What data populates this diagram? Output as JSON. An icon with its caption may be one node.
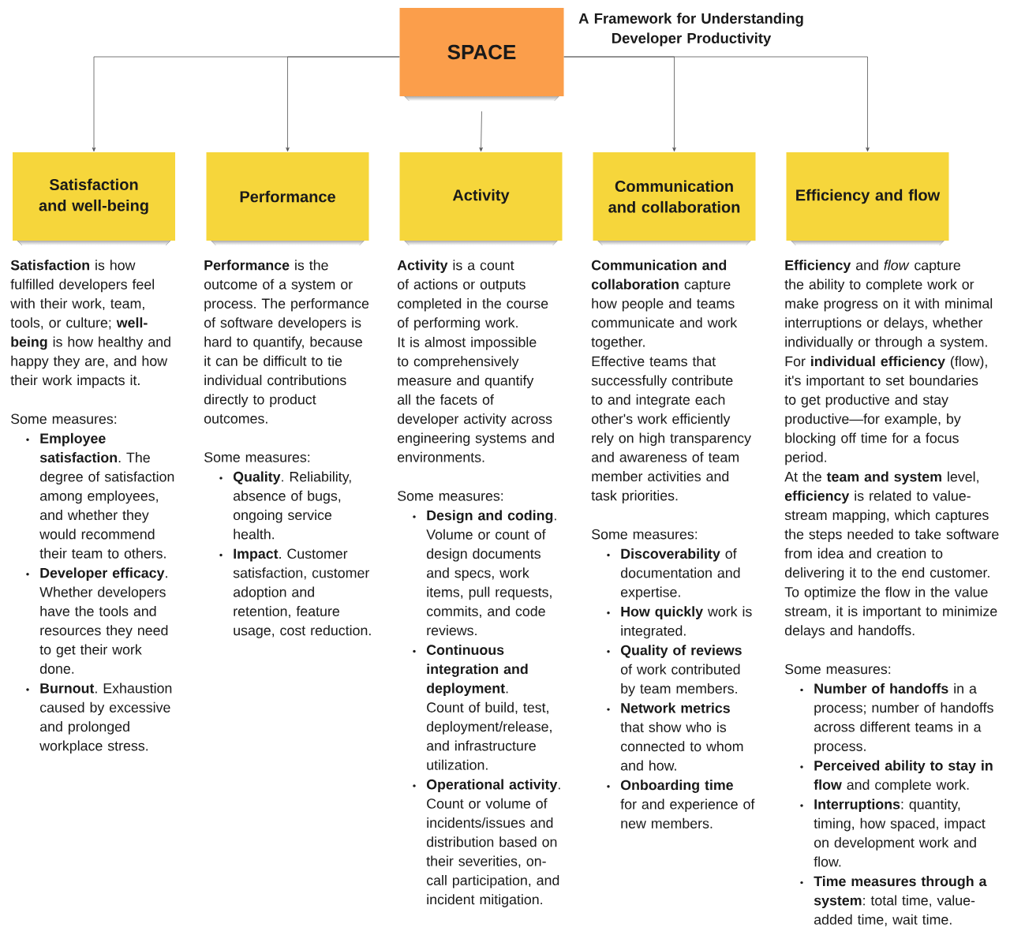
{
  "diagram": {
    "title": "A Framework for Understanding Developer Productivity",
    "nodes": [
      {
        "text": [
          "SPACE"
        ]
      },
      {
        "text": [
          "Satisfaction and well-being"
        ],
        "beside": [
          "**Satisfaction** is how fulfilled developers feel with their work, team, tools, or culture; **well-being** is how healthy and happy they are, and how their work impacts it.",
          "Some measures:",
          "**Employee satisfaction**. The degree of satisfaction among employees, and whether they would recommend their team to others.",
          "**Developer efficacy**. Whether developers have the tools and resources they need to get their work done.",
          "**Burnout**. Exhaustion caused by excessive and prolonged workplace stress."
        ]
      },
      {
        "text": [
          "Performance"
        ],
        "beside": [
          "**Performance** is the outcome of a system or process. The performance of software developers is hard to quantify, because it can be difficult to tie individual contributions directly to product outcomes.",
          "Some measures:",
          "**Quality**. Reliability, absence of bugs, ongoing service health.",
          "**Impact**. Customer satisfaction, customer adoption and retention, feature usage, cost reduction."
        ]
      },
      {
        "text": [
          "Activity"
        ],
        "beside": [
          "**Activity** is a count of actions or outputs completed in the course of performing work.",
          "It is almost impossible to comprehensively measure and quantify all the facets of developer activity across engineering systems and environments.",
          "Some measures:",
          "**Design and coding**. Volume or count of design documents and specs, work items, pull requests, commits, and code reviews.",
          "**Continuous integration and deployment**. Count of build, test, deployment/release, and infrastructure utilization.",
          "**Operational activity**. Count or volume of incidents/issues and distribution based on their severities, on-call participation, and incident mitigation."
        ]
      },
      {
        "text": [
          "Communication and collaboration"
        ],
        "beside": [
          "**Communication and collaboration** capture how people and teams communicate and work together.",
          "Effective teams that successfully contribute to and integrate each other's work efficiently rely on high transparency and awareness of team member activities and task priorities.",
          "Some measures:",
          "**Discoverability** of documentation and expertise.",
          "**How quickly** work is integrated.",
          "**Quality of reviews** of work contributed by team members.",
          "**Network metrics** that show who is connected to whom and how.",
          "**Onboarding time** for and experience of new members."
        ]
      },
      {
        "text": [
          "Efficiency and flow"
        ],
        "beside": [
          "**Efficiency** and *flow* capture the ability to complete work or make progress on it with minimal interruptions or delays, whether individually or through a system.",
          "For **individual efficiency** (flow), it's important to set boundaries to get productive and stay productive—for example, by blocking off time for a focus period.",
          "At the **team and system** level, **efficiency** is related to value-stream mapping, which captures the steps needed to take software from idea and creation to delivering it to the end customer.",
          "To optimize the flow in the value stream, it is important to minimize delays and handoffs.",
          "Some measures:",
          "**Number of handoffs** in a process; number of handoffs across different teams in a process.",
          "**Perceived ability to stay in flow** and complete work.",
          "**Interruptions**: quantity, timing, how spaced, impact on development work and flow.",
          "**Time measures through a system**: total time, value-added time, wait time."
        ]
      }
    ],
    "edges": [
      {
        "from": 0,
        "to": 1,
        "arrow": "to"
      },
      {
        "from": 0,
        "to": 2,
        "arrow": "to"
      },
      {
        "from": 0,
        "to": 3,
        "arrow": "to"
      },
      {
        "from": 0,
        "to": 4,
        "arrow": "to"
      },
      {
        "from": 0,
        "to": 5,
        "arrow": "to"
      }
    ]
  }
}
